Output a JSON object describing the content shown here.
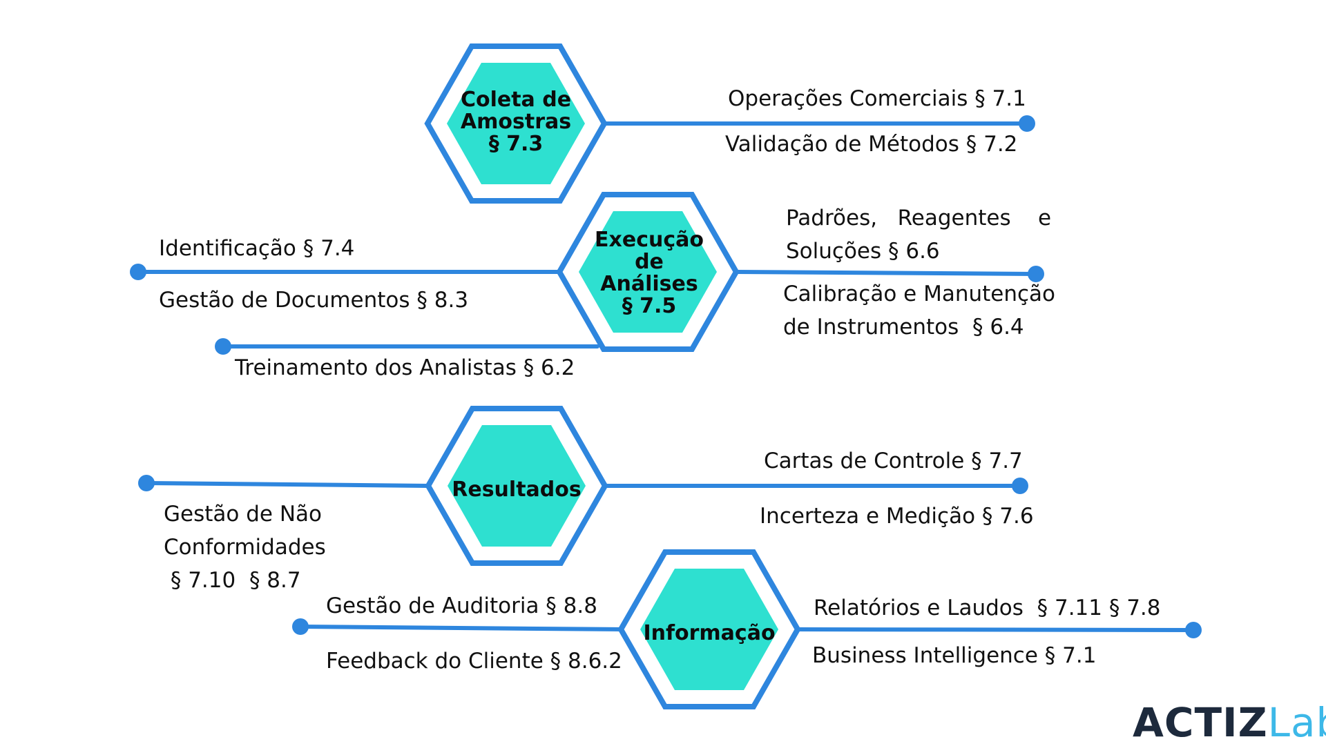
{
  "colors": {
    "line": "#2e86de",
    "hex_outer": "#2e86de",
    "hex_inner": "#2ee0d0",
    "text": "#111111"
  },
  "hexagons": [
    {
      "title": "Coleta de\nAmostras\n§ 7.3"
    },
    {
      "title": "Execução\nde\nAnálises\n§ 7.5"
    },
    {
      "title": "Resultados"
    },
    {
      "title": "Informação"
    }
  ],
  "labels": {
    "operacoes": "Operações Comerciais § 7.1",
    "validacao": "Validação de Métodos § 7.2",
    "padroes_1": "Padrões,   Reagentes    e",
    "padroes_2": "Soluções § 6.6",
    "calibracao_1": "Calibração e Manutenção",
    "calibracao_2": "de Instrumentos  § 6.4",
    "identificacao": "Identificação § 7.4",
    "documentos": "Gestão de Documentos § 8.3",
    "treinamento": "Treinamento dos Analistas § 6.2",
    "cartas": "Cartas de Controle § 7.7",
    "incerteza": "Incerteza e Medição § 7.6",
    "nc_1": "Gestão de Não",
    "nc_2": "Conformidades",
    "nc_3": " § 7.10  § 8.7",
    "auditoria": "Gestão de Auditoria § 8.8",
    "feedback": "Feedback do Cliente § 8.6.2",
    "relatorios": "Relatórios e Laudos  § 7.11 § 7.8",
    "bi": "Business Intelligence § 7.1"
  },
  "logo": {
    "part1": "ACTIZ",
    "part2": "Lab"
  }
}
